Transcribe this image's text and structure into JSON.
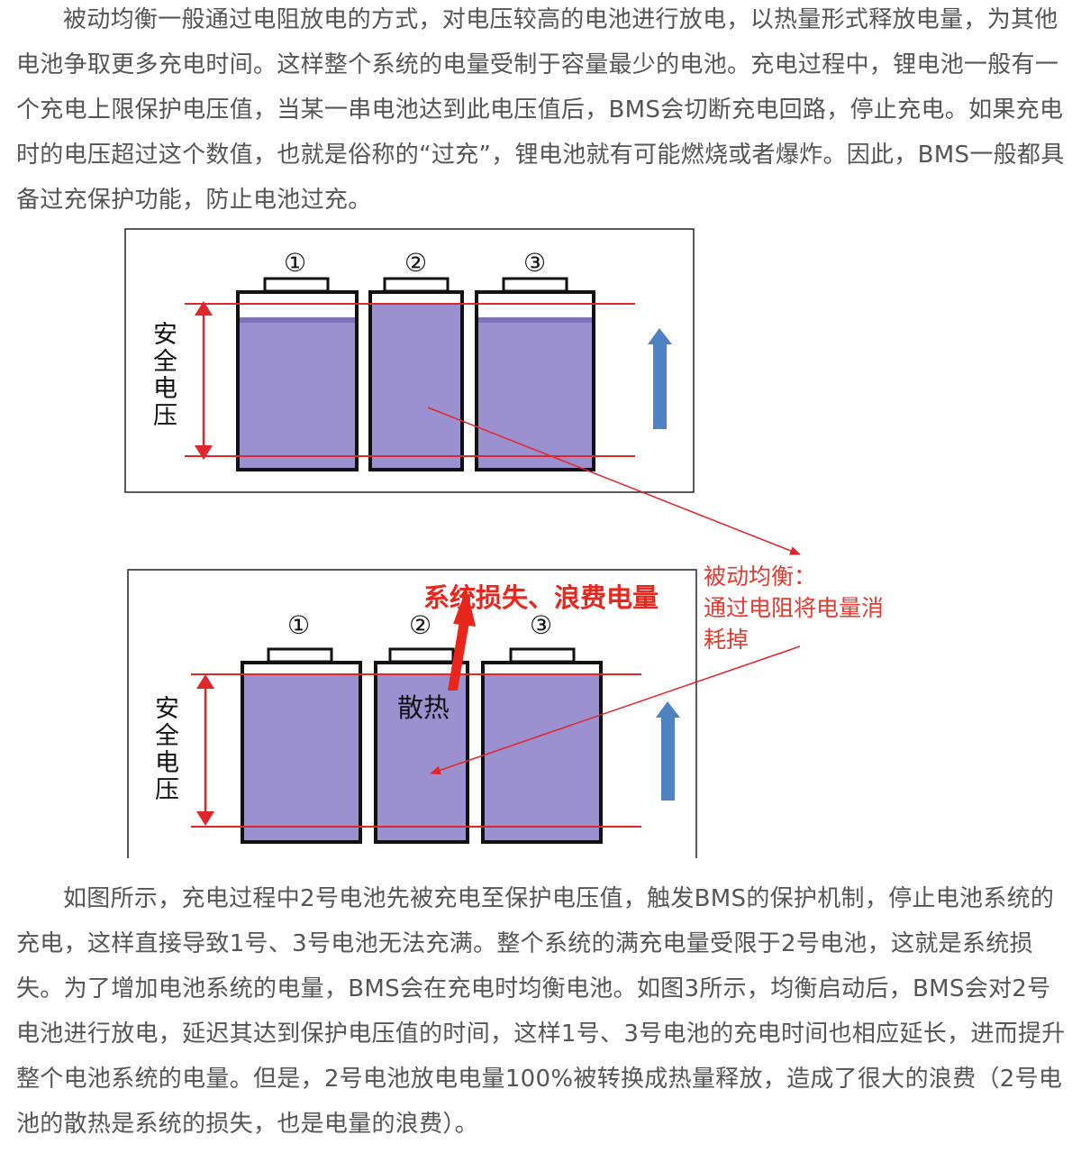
{
  "paragraphs": {
    "intro": "被动均衡一般通过电阻放电的方式，对电压较高的电池进行放电，以热量形式释放电量，为其他电池争取更多充电时间。这样整个系统的电量受制于容量最少的电池。充电过程中，锂电池一般有一个充电上限保护电压值，当某一串电池达到此电压值后，BMS会切断充电回路，停止充电。如果充电时的电压超过这个数值，也就是俗称的“过充”，锂电池就有可能燃烧或者爆炸。因此，BMS一般都具备过充保护功能，防止电池过充。",
    "explanation": "如图所示，充电过程中2号电池先被充电至保护电压值，触发BMS的保护机制，停止电池系统的充电，这样直接导致1号、3号电池无法充满。整个系统的满充电量受限于2号电池，这就是系统损失。为了增加电池系统的电量，BMS会在充电时均衡电池。如图3所示，均衡启动后，BMS会对2号电池进行放电，延迟其达到保护电压值的时间，这样1号、3号电池的充电时间也相应延长，进而提升整个电池系统的电量。但是，2号电池放电电量100%被转换成热量释放，造成了很大的浪费（2号电池的散热是系统的损失，也是电量的浪费）。"
  },
  "diagram": {
    "top": {
      "axis_label": [
        "安",
        "全",
        "电",
        "压"
      ],
      "cells": [
        {
          "number": "①",
          "fill_fraction": 0.9
        },
        {
          "number": "②",
          "fill_fraction": 1.0
        },
        {
          "number": "③",
          "fill_fraction": 0.9
        }
      ]
    },
    "bottom": {
      "axis_label": [
        "安",
        "全",
        "电",
        "压"
      ],
      "cells": [
        {
          "number": "①",
          "fill_fraction": 1.0
        },
        {
          "number": "②",
          "fill_fraction": 1.0
        },
        {
          "number": "③",
          "fill_fraction": 1.0
        }
      ],
      "loss_label": "系统损失、浪费电量",
      "heat_label": "散热"
    },
    "callout": {
      "line1": "被动均衡：",
      "line2": "通过电阻将电量消",
      "line3": "耗掉"
    },
    "colors": {
      "cell_fill": "#9c91d0",
      "cell_top_band": "#7f72b8",
      "limit_line": "#e0262a",
      "arrow_blue": "#4e82c3",
      "callout_red": "#e53a2f"
    }
  }
}
